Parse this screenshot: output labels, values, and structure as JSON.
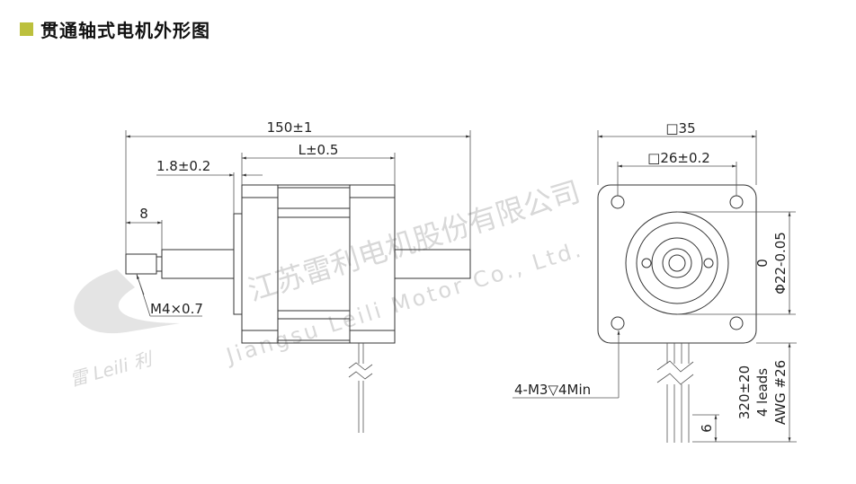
{
  "title": "贯通轴式电机外形图",
  "accent_color": "#bcc03d",
  "watermark": {
    "cn": "江苏雷利电机股份有限公司",
    "en": "Jiangsu Leili Motor Co., Ltd.",
    "logo": "雷 Leili 利"
  },
  "side_view": {
    "overall_length": "150±1",
    "body_length": "L±0.5",
    "flange": "1.8±0.2",
    "thread_length": "8",
    "thread_spec": "M4×0.7"
  },
  "front_view": {
    "square": "□35",
    "hole_pitch": "□26±0.2",
    "pilot_dia_upper": "0",
    "pilot_dia": "Φ22-0.05",
    "mount_holes": "4-M3▽4Min",
    "lead_length": "320±20",
    "leads": "4 leads",
    "awg": "AWG #26",
    "strip": "6"
  }
}
